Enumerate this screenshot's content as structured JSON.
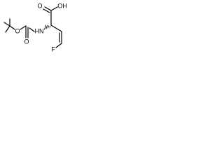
{
  "molecule": {
    "atoms": {
      "hydroxyl": "OH",
      "carbonyl_o_acid": "O",
      "amide_n": "HN",
      "carbamate_o_double": "O",
      "carbamate_o_ether": "O",
      "fluorine": "F"
    },
    "colors": {
      "bond": "#000000",
      "background": "#ffffff"
    }
  }
}
